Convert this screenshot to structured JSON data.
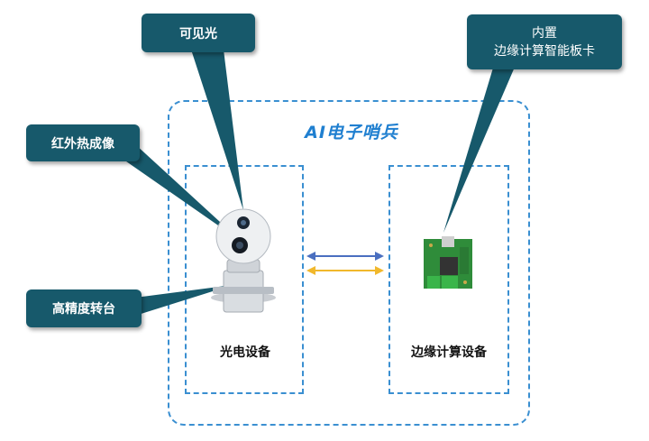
{
  "title": "AI电子哨兵",
  "callouts": {
    "visible_light": "可见光",
    "infrared": "红外热成像",
    "turret": "高精度转台",
    "ai_card_line1": "内置",
    "ai_card_line2": "边缘计算智能板卡"
  },
  "devices": {
    "left_label": "光电设备",
    "right_label": "边缘计算设备"
  },
  "colors": {
    "callout_bg": "#17596b",
    "frame_dash": "#3a8fd1",
    "title": "#1f7fd0",
    "arrow_top": "#4a6fc0",
    "arrow_bottom": "#f1b82c"
  },
  "icons": [
    "camera-turret-icon",
    "circuit-board-icon"
  ]
}
